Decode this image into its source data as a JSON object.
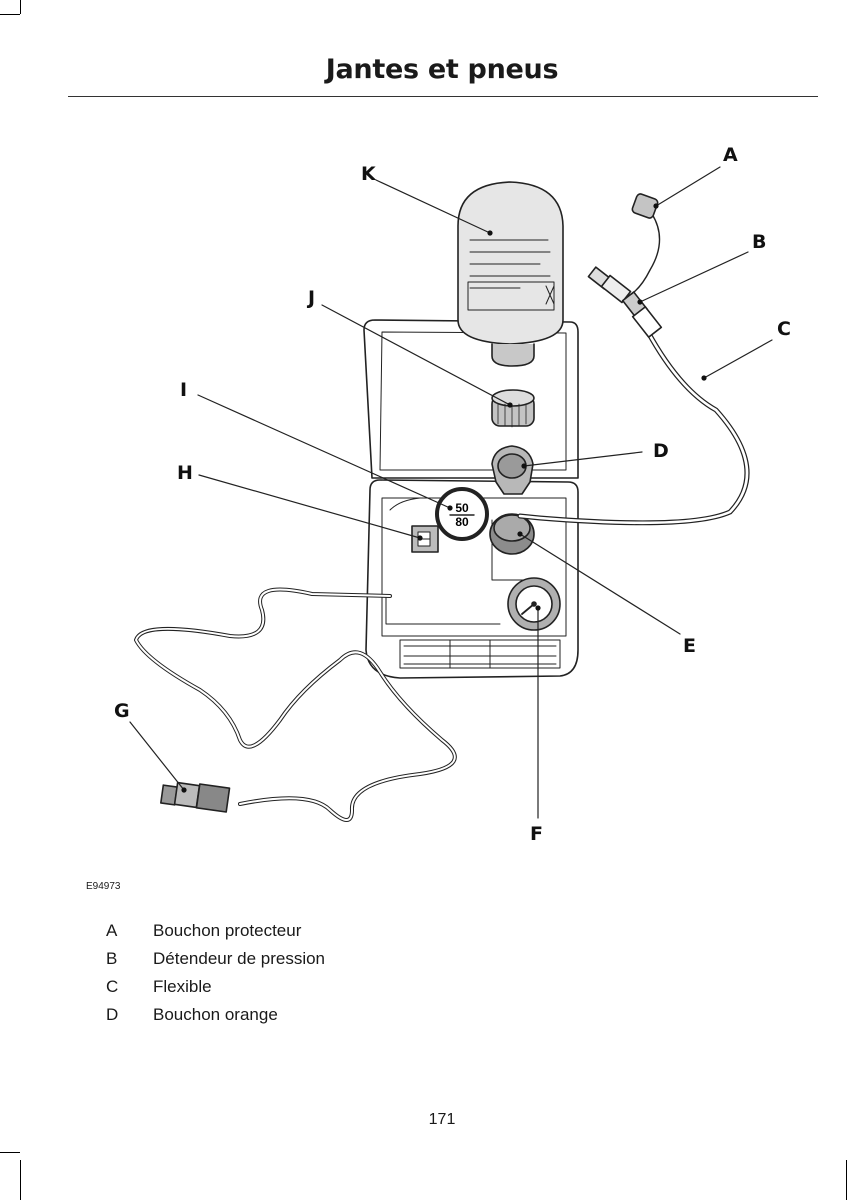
{
  "header": {
    "title": "Jantes et pneus"
  },
  "figure": {
    "reference": "E94973",
    "callouts": [
      "A",
      "B",
      "C",
      "D",
      "E",
      "F",
      "G",
      "H",
      "I",
      "J",
      "K"
    ],
    "pressure_sticker": {
      "top": "50",
      "bottom": "80"
    }
  },
  "legend": [
    {
      "key": "A",
      "text": "Bouchon protecteur"
    },
    {
      "key": "B",
      "text": "Détendeur de pression"
    },
    {
      "key": "C",
      "text": "Flexible"
    },
    {
      "key": "D",
      "text": "Bouchon orange"
    }
  ],
  "footer": {
    "page_number": "171"
  }
}
